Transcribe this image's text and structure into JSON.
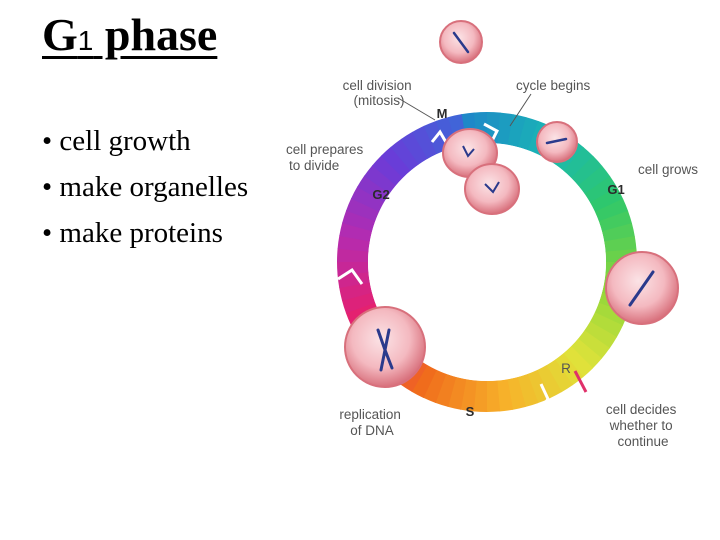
{
  "slide": {
    "title_main": "G",
    "title_sub": "1",
    "title_rest": " phase",
    "bullets": [
      "cell growth",
      "make organelles",
      "make proteins"
    ]
  },
  "diagram": {
    "phases": {
      "m": "M",
      "g1": "G1",
      "s": "S",
      "g2": "G2",
      "r": "R"
    },
    "labels": {
      "cell_division": [
        "cell division",
        "(mitosis)"
      ],
      "cycle_begins": "cycle begins",
      "cell_prepares": [
        "cell prepares",
        "to divide"
      ],
      "cell_grows": "cell grows",
      "replication": [
        "replication",
        "of DNA"
      ],
      "cell_decides": [
        "cell decides",
        "whether to",
        "continue"
      ]
    },
    "colors": {
      "ring": [
        "#1e88c8",
        "#19b8b4",
        "#2fc86a",
        "#8ad63a",
        "#dfe23a",
        "#f7b12a",
        "#f06a1c",
        "#e8206a",
        "#b52bb0",
        "#6a3cd8",
        "#3a6ad8"
      ],
      "cell_fill": "#f4b9c0",
      "cell_edge": "#d8707c",
      "chromosome": "#2a3a8c"
    }
  }
}
